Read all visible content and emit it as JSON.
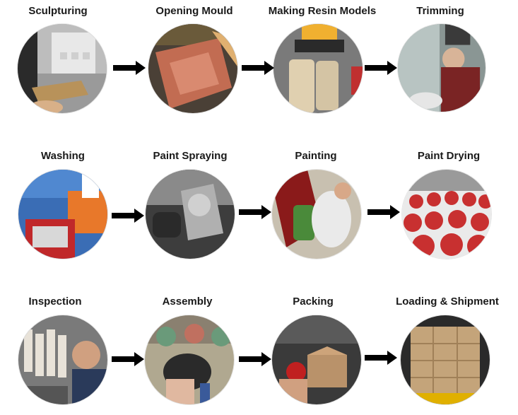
{
  "steps": [
    {
      "label": "Sculpturing",
      "icon": "sculpturing-photo",
      "colors": [
        "#8a8a8a",
        "#c9a86a"
      ]
    },
    {
      "label": "Opening Mould",
      "icon": "mould-photo",
      "colors": [
        "#4a4036",
        "#c9785a"
      ]
    },
    {
      "label": "Making Resin Models",
      "icon": "resin-photo",
      "colors": [
        "#6f6f6f",
        "#d8c7a8"
      ]
    },
    {
      "label": "Trimming",
      "icon": "trimming-photo",
      "colors": [
        "#7c8a88",
        "#8a2a2a"
      ]
    },
    {
      "label": "Washing",
      "icon": "washing-photo",
      "colors": [
        "#3a6db5",
        "#e0742a"
      ]
    },
    {
      "label": "Paint Spraying",
      "icon": "spraying-photo",
      "colors": [
        "#3d3d3d",
        "#9a9a9a"
      ]
    },
    {
      "label": "Painting",
      "icon": "painting-photo",
      "colors": [
        "#8a1a1a",
        "#4a8a3a"
      ]
    },
    {
      "label": "Paint Drying",
      "icon": "drying-photo",
      "colors": [
        "#c83030",
        "#eaeaea"
      ]
    },
    {
      "label": "Inspection",
      "icon": "inspection-photo",
      "colors": [
        "#7a7a7a",
        "#e8e2d8"
      ]
    },
    {
      "label": "Assembly",
      "icon": "assembly-photo",
      "colors": [
        "#5a4a3a",
        "#b0a890"
      ]
    },
    {
      "label": "Packing",
      "icon": "packing-photo",
      "colors": [
        "#3a3a3a",
        "#b9926a"
      ]
    },
    {
      "label": "Loading & Shipment",
      "icon": "shipment-photo",
      "colors": [
        "#3a3a3a",
        "#c4a47a"
      ]
    }
  ],
  "arrow_color": "#000000"
}
